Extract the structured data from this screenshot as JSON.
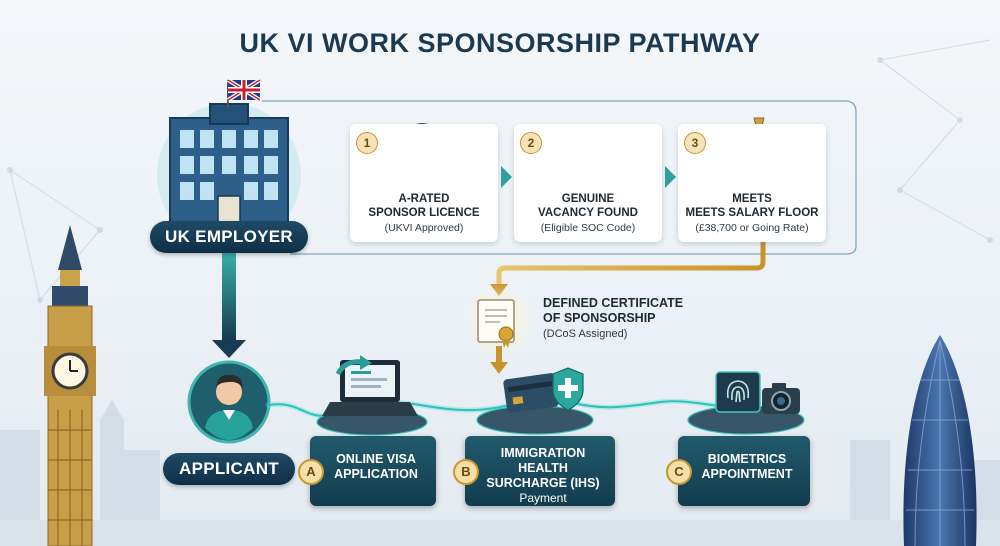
{
  "title": "UK VI WORK SPONSORSHIP PATHWAY",
  "employer": {
    "label": "UK EMPLOYER",
    "flag_icon": "union-jack-flag-icon",
    "building_icon": "office-building-icon"
  },
  "steps": [
    {
      "number": "1",
      "title_lines": [
        "A-RATED",
        "SPONSOR LICENCE"
      ],
      "subtitle": "(UKVI Approved)",
      "icon": "rosette-check-icon"
    },
    {
      "number": "2",
      "title_lines": [
        "GENUINE",
        "VACANCY FOUND"
      ],
      "subtitle": "(Eligible SOC Code)",
      "icon": "magnifying-glass-document-icon"
    },
    {
      "number": "3",
      "title_lines": [
        "MEETS",
        "MEETS SALARY FLOOR"
      ],
      "subtitle": "(£38,700 or Going Rate)",
      "icon": "money-bags-calculator-icon"
    }
  ],
  "certificate": {
    "title_lines": [
      "DEFINED CERTIFICATE",
      "OF SPONSORSHIP"
    ],
    "subtitle": "(DCoS Assigned)",
    "icon": "certificate-icon"
  },
  "applicant": {
    "label": "APPLICANT",
    "icon": "person-avatar-icon"
  },
  "stages": [
    {
      "letter": "A",
      "title_lines": [
        "ONLINE VISA",
        "APPLICATION"
      ],
      "subtitle": "",
      "icon": "laptop-form-icon"
    },
    {
      "letter": "B",
      "title_lines": [
        "IMMIGRATION HEALTH",
        "SURCHARGE (IHS)"
      ],
      "subtitle": "Payment",
      "icon": "card-shield-icon"
    },
    {
      "letter": "C",
      "title_lines": [
        "BIOMETRICS",
        "APPOINTMENT"
      ],
      "subtitle": "",
      "icon": "fingerprint-camera-icon"
    }
  ],
  "colors": {
    "navy": "#12334a",
    "teal": "#2a9d9b",
    "gold": "#c9932c",
    "card": "#ffffff",
    "dark_card": "#16475a"
  }
}
